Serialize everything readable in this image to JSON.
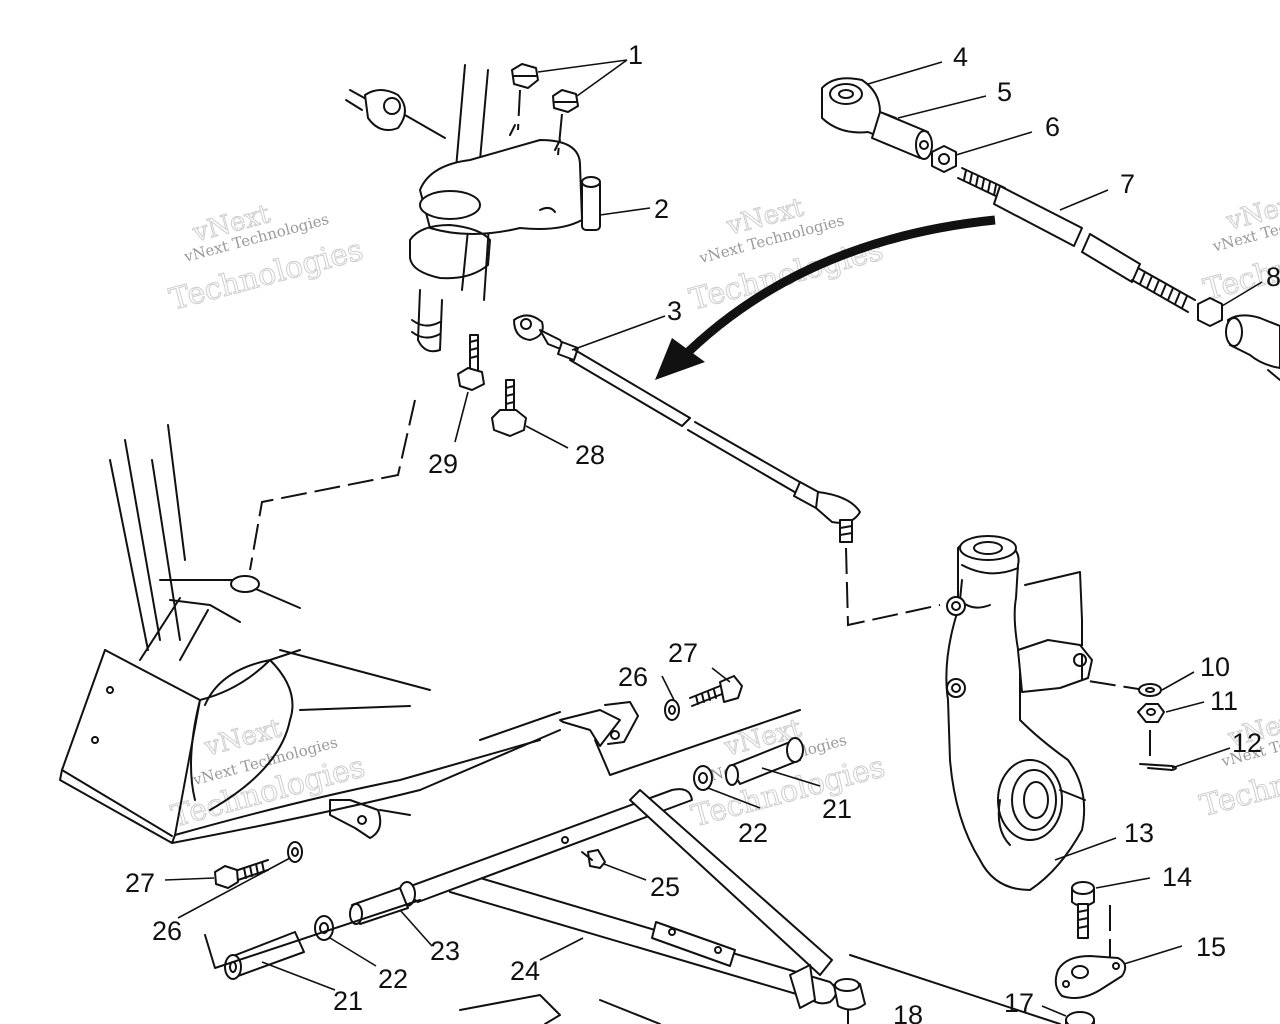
{
  "watermark": {
    "line1": "vNext",
    "line2": "vNext Technologies",
    "line3": "Technologies"
  },
  "callouts": [
    "1",
    "2",
    "3",
    "4",
    "5",
    "6",
    "7",
    "8",
    "10",
    "11",
    "12",
    "13",
    "14",
    "15",
    "17",
    "18",
    "21",
    "21",
    "22",
    "22",
    "23",
    "24",
    "25",
    "26",
    "26",
    "27",
    "27",
    "28",
    "29"
  ]
}
